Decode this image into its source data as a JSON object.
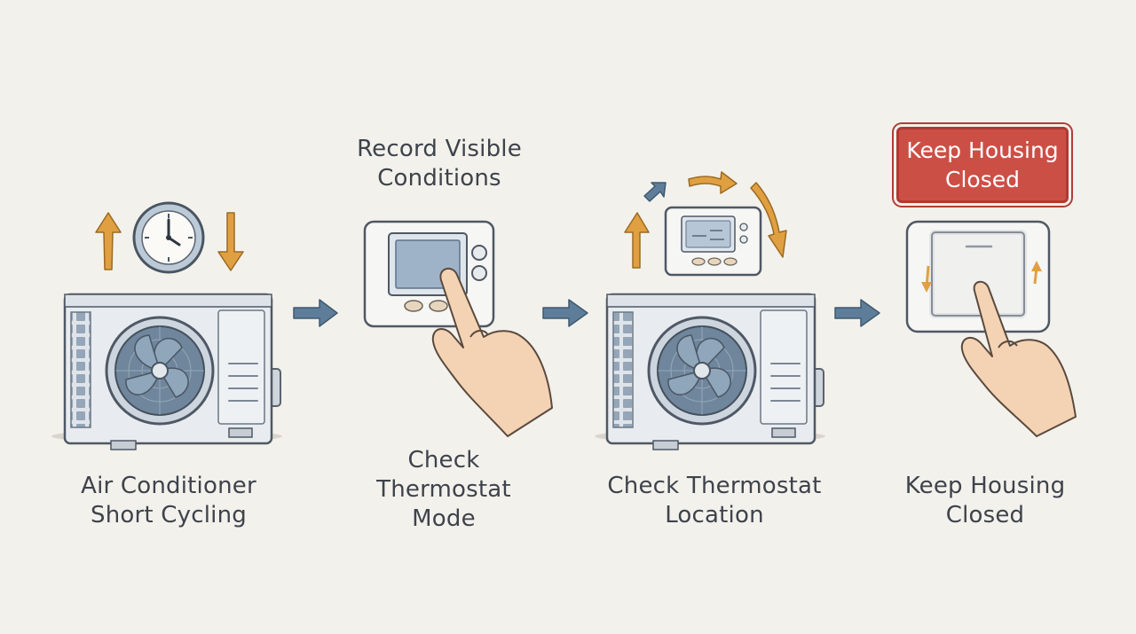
{
  "steps": [
    {
      "caption_line1": "Air Conditioner",
      "caption_line2": "Short Cycling"
    },
    {
      "top_line1": "Record Visible",
      "top_line2": "Conditions",
      "caption_line1": "Check",
      "caption_line2": "Thermostat",
      "caption_line3": "Mode"
    },
    {
      "caption_line1": "Check Thermostat",
      "caption_line2": "Location"
    },
    {
      "warning_line1": "Keep Housing",
      "warning_line2": "Closed",
      "caption_line1": "Keep Housing",
      "caption_line2": "Closed"
    }
  ],
  "colors": {
    "background": "#f3f1ec",
    "flow_arrow": "#5e7d98",
    "cycle_arrow": "#e0a042",
    "warning": "#cc4f46",
    "screen": "#9fb3c8",
    "skin": "#f4d3b4"
  },
  "icons": [
    "clock-icon",
    "ac-unit-icon",
    "thermostat-icon",
    "hand-icon",
    "flow-arrow-icon",
    "cycle-arrow-icon"
  ]
}
